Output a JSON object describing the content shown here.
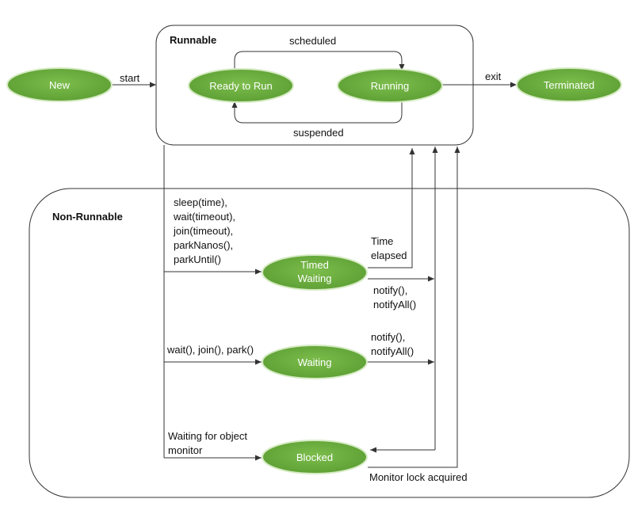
{
  "groups": {
    "runnable": "Runnable",
    "non_runnable": "Non-Runnable"
  },
  "states": {
    "new": "New",
    "ready": "Ready to Run",
    "running": "Running",
    "terminated": "Terminated",
    "timed_waiting_1": "Timed",
    "timed_waiting_2": "Waiting",
    "waiting": "Waiting",
    "blocked": "Blocked"
  },
  "transitions": {
    "start": "start",
    "exit": "exit",
    "scheduled": "scheduled",
    "suspended": "suspended",
    "timed_calls": [
      "sleep(time),",
      "wait(timeout),",
      "join(timeout),",
      "parkNanos(),",
      "parkUntil()"
    ],
    "time_elapsed": [
      "Time",
      "elapsed"
    ],
    "notify_timed": [
      "notify(),",
      "notifyAll()"
    ],
    "wait_calls": "wait(), join(), park()",
    "notify_waiting": [
      "notify(),",
      "notifyAll()"
    ],
    "blocked_cause": [
      "Waiting for object",
      "monitor"
    ],
    "lock_acquired": "Monitor lock acquired"
  },
  "colors": {
    "state_fill": "#6aac3f",
    "state_edge": "#d6ebc4",
    "line": "#333333"
  }
}
